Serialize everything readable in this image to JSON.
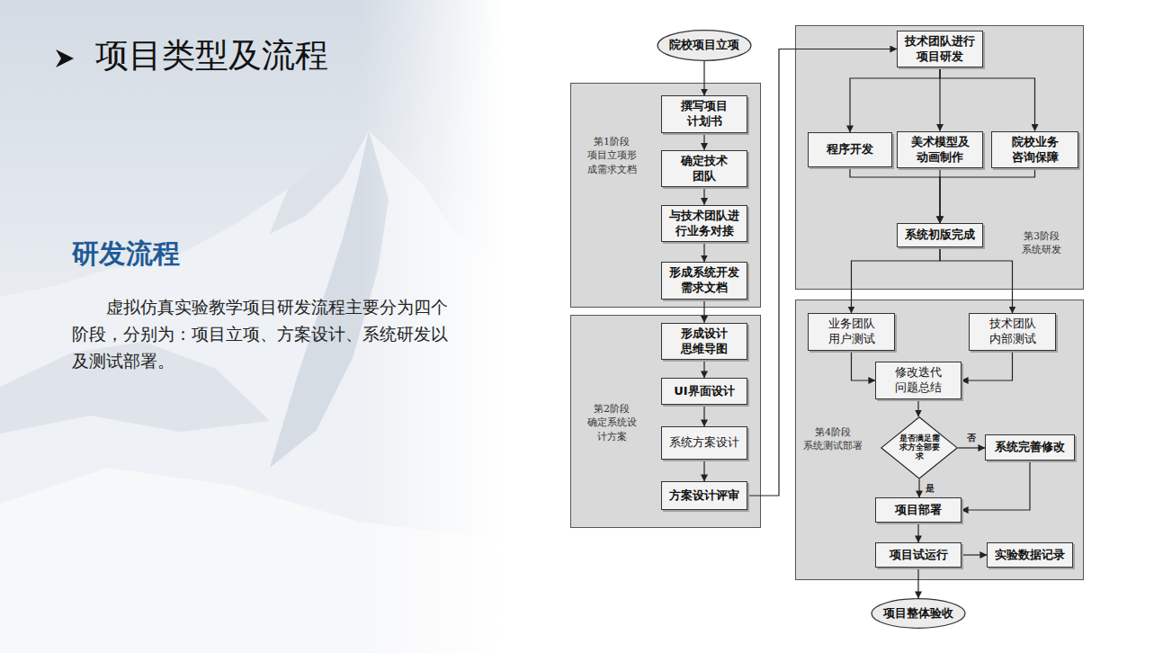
{
  "diagram": {
    "title": "项目类型及流程",
    "nodes": [
      {
        "text": [
          "院校项目立项"
        ]
      },
      {
        "text": [
          "第1阶段 项目立项形成需求文档"
        ]
      },
      {
        "text": [
          "撰写项目计划书"
        ],
        "in": 1
      },
      {
        "text": [
          "确定技术团队"
        ],
        "in": 1
      },
      {
        "text": [
          "与技术团队进行业务对接"
        ],
        "in": 1
      },
      {
        "text": [
          "形成系统开发需求文档"
        ],
        "in": 1
      },
      {
        "text": [
          "第2阶段 确定系统设计方案"
        ]
      },
      {
        "text": [
          "形成设计思维导图"
        ],
        "in": 6
      },
      {
        "text": [
          "UI界面设计"
        ],
        "in": 6
      },
      {
        "text": [
          "系统方案设计"
        ],
        "in": 6
      },
      {
        "text": [
          "方案设计评审"
        ],
        "in": 6
      },
      {
        "text": [
          "第3阶段 系统研发"
        ]
      },
      {
        "text": [
          "技术团队进行项目研发"
        ],
        "in": 11
      },
      {
        "text": [
          "程序开发"
        ],
        "in": 11
      },
      {
        "text": [
          "美术模型及动画制作"
        ],
        "in": 11
      },
      {
        "text": [
          "院校业务咨询保障"
        ],
        "in": 11
      },
      {
        "text": [
          "系统初版完成"
        ],
        "in": 11
      },
      {
        "text": [
          "第4阶段 系统测试部署"
        ]
      },
      {
        "text": [
          "业务团队用户测试"
        ],
        "in": 17
      },
      {
        "text": [
          "技术团队内部测试"
        ],
        "in": 17
      },
      {
        "text": [
          "修改迭代问题总结"
        ],
        "in": 17
      },
      {
        "text": [
          "是否满足需求方全部要求"
        ],
        "in": 17
      },
      {
        "text": [
          "系统完善修改"
        ],
        "in": 17
      },
      {
        "text": [
          "项目部署"
        ],
        "in": 17
      },
      {
        "text": [
          "项目试运行"
        ],
        "in": 17
      },
      {
        "text": [
          "实验数据记录"
        ],
        "in": 17
      },
      {
        "text": [
          "项目整体验收"
        ]
      }
    ],
    "edges": [
      {
        "from": 0,
        "to": 2,
        "arrow": "to"
      },
      {
        "from": 2,
        "to": 3,
        "arrow": "to"
      },
      {
        "from": 3,
        "to": 4,
        "arrow": "to"
      },
      {
        "from": 4,
        "to": 5,
        "arrow": "to"
      },
      {
        "from": 5,
        "to": 7,
        "arrow": "to"
      },
      {
        "from": 7,
        "to": 8,
        "arrow": "to"
      },
      {
        "from": 8,
        "to": 9,
        "arrow": "to"
      },
      {
        "from": 9,
        "to": 10,
        "arrow": "to"
      },
      {
        "from": 10,
        "to": 12,
        "arrow": "to"
      },
      {
        "from": 12,
        "to": 13,
        "arrow": "to"
      },
      {
        "from": 12,
        "to": 14,
        "arrow": "to"
      },
      {
        "from": 12,
        "to": 15,
        "arrow": "to"
      },
      {
        "from": 13,
        "to": 16,
        "arrow": "to"
      },
      {
        "from": 14,
        "to": 16,
        "arrow": "to"
      },
      {
        "from": 15,
        "to": 16,
        "arrow": "to"
      },
      {
        "from": 16,
        "to": 18,
        "arrow": "to"
      },
      {
        "from": 16,
        "to": 19,
        "arrow": "to"
      },
      {
        "from": 18,
        "to": 20,
        "arrow": "to"
      },
      {
        "from": 19,
        "to": 20,
        "arrow": "to"
      },
      {
        "from": 20,
        "to": 21,
        "arrow": "to"
      },
      {
        "from": 21,
        "to": 22,
        "label": "否",
        "arrow": "to"
      },
      {
        "from": 21,
        "to": 23,
        "label": "是",
        "arrow": "to"
      },
      {
        "from": 22,
        "to": 23,
        "arrow": "to"
      },
      {
        "from": 23,
        "to": 24,
        "arrow": "to"
      },
      {
        "from": 24,
        "to": 25,
        "arrow": "to"
      },
      {
        "from": 24,
        "to": 26,
        "arrow": "to"
      }
    ],
    "labels": [
      "研发流程",
      "虚拟仿真实验教学项目研发流程主要分为四个阶段，分别为：项目立项、方案设计、系统研发以及测试部署。"
    ]
  }
}
